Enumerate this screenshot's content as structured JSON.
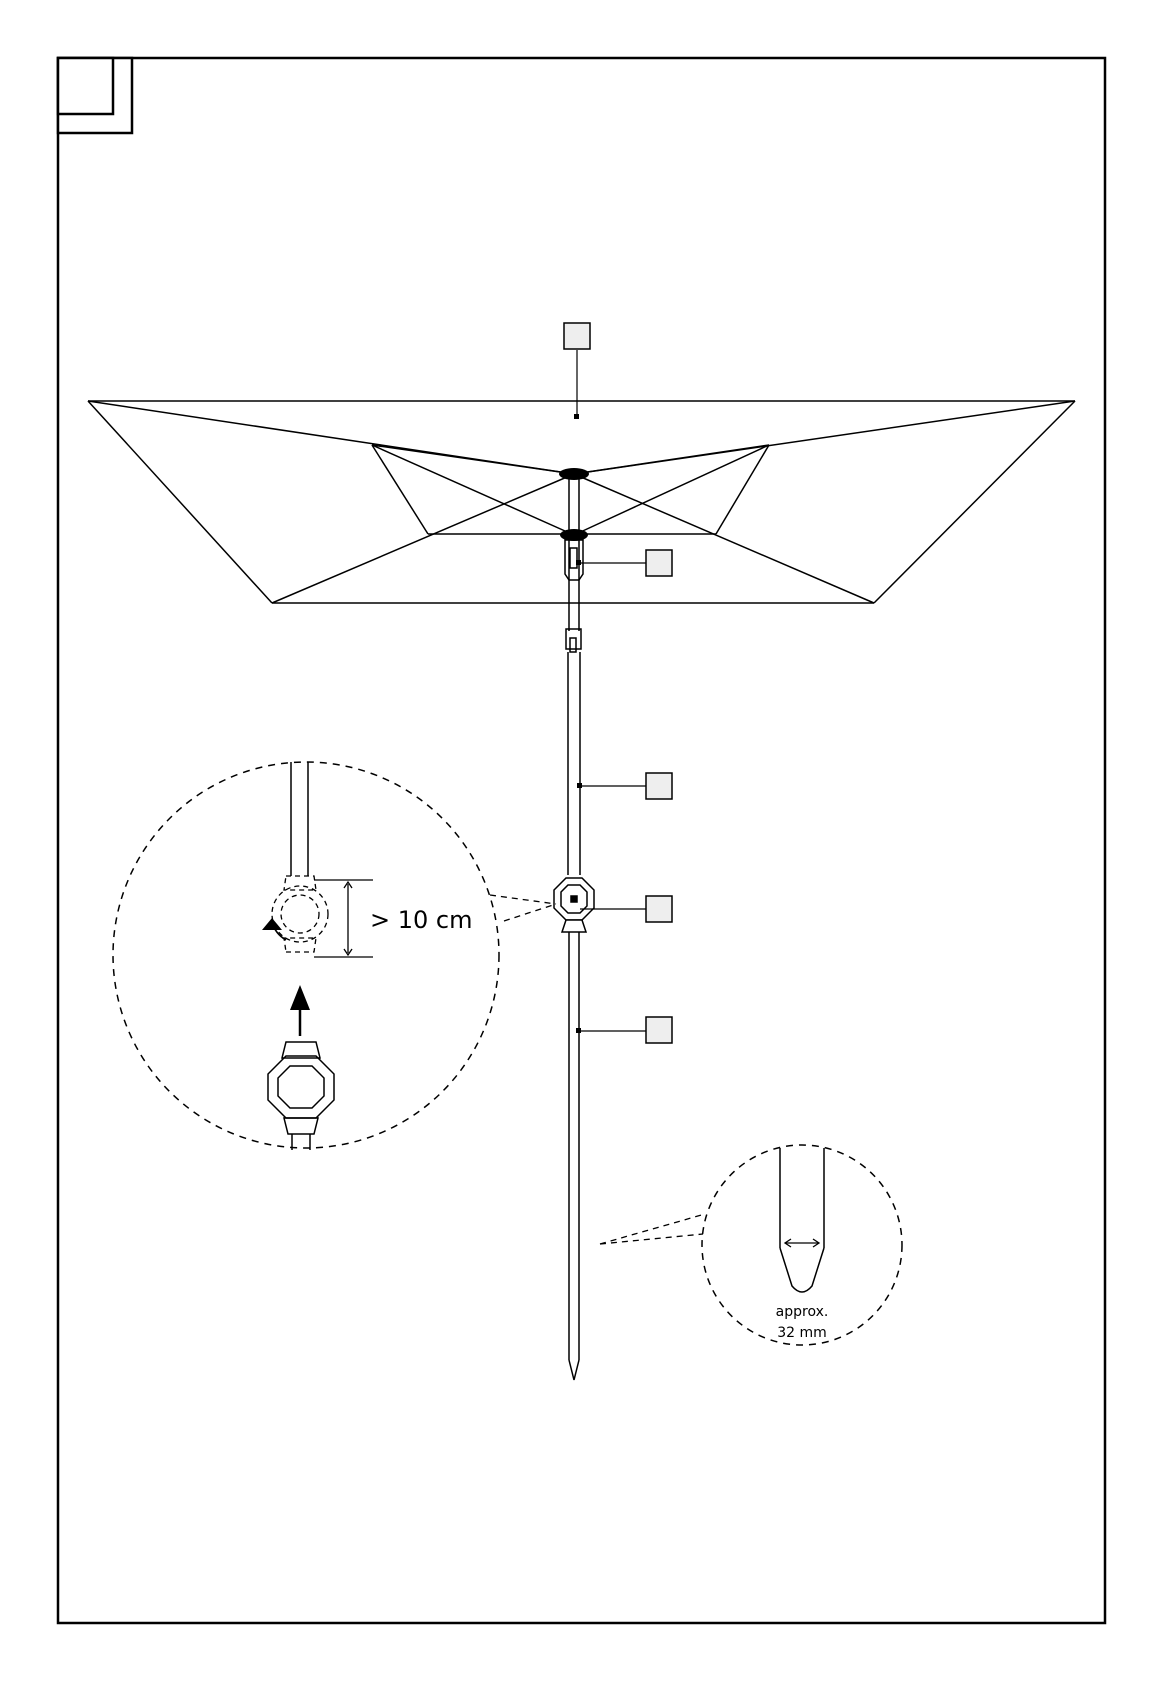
{
  "figure": {
    "step_number": "",
    "callout_labels": [
      "",
      "",
      "",
      "",
      ""
    ],
    "detail_left": {
      "measurement": "> 10 cm"
    },
    "detail_right": {
      "measurement_line1": "approx.",
      "measurement_line2": "32 mm"
    }
  },
  "colors": {
    "line": "#000000",
    "label_box_fill": "#eeeeee",
    "background": "#ffffff"
  }
}
